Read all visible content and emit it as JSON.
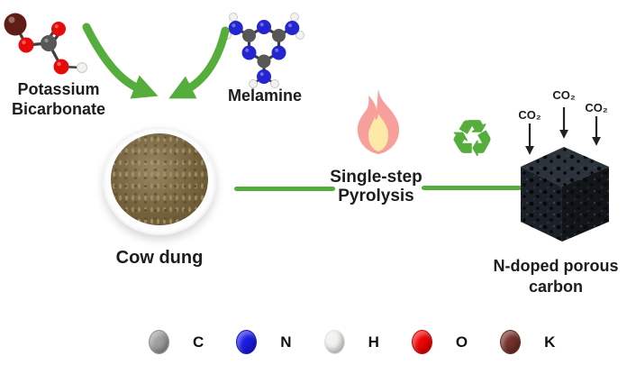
{
  "colors": {
    "green": "#55ad3c",
    "flame-outer": "#f79f9b",
    "flame-inner": "#fce9a8",
    "atom-c-mol": "#575757",
    "atom-n": "#2424d0",
    "atom-o": "#e60b0b",
    "atom-h": "#f2f2ef",
    "atom-k": "#5f1d15",
    "bond": "#3f3f3f",
    "dung-light": "#8d7a52",
    "dung-dark": "#63522f",
    "cube-front": "#1c2127",
    "cube-top": "#2c333b",
    "cube-right": "#131619",
    "text": "#1c1c1c"
  },
  "reactants": {
    "potassium_bicarbonate": {
      "label_line1": "Potassium",
      "label_line2": "Bicarbonate"
    },
    "melamine": {
      "label": "Melamine"
    },
    "cow_dung": {
      "label": "Cow dung"
    }
  },
  "process": {
    "label_line1": "Single-step",
    "label_line2": "Pyrolysis"
  },
  "product": {
    "label_line1": "N-doped porous",
    "label_line2": "carbon",
    "co2_labels": [
      "CO₂",
      "CO₂",
      "CO₂"
    ]
  },
  "icons": {
    "recycle_glyph": "♻"
  },
  "legend": {
    "items": [
      {
        "symbol": "C",
        "color": "#9e9e9e"
      },
      {
        "symbol": "N",
        "color": "#1b1be4"
      },
      {
        "symbol": "H",
        "color": "#f1f1ee"
      },
      {
        "symbol": "O",
        "color": "#ee0404"
      },
      {
        "symbol": "K",
        "color": "#74302a"
      }
    ]
  }
}
